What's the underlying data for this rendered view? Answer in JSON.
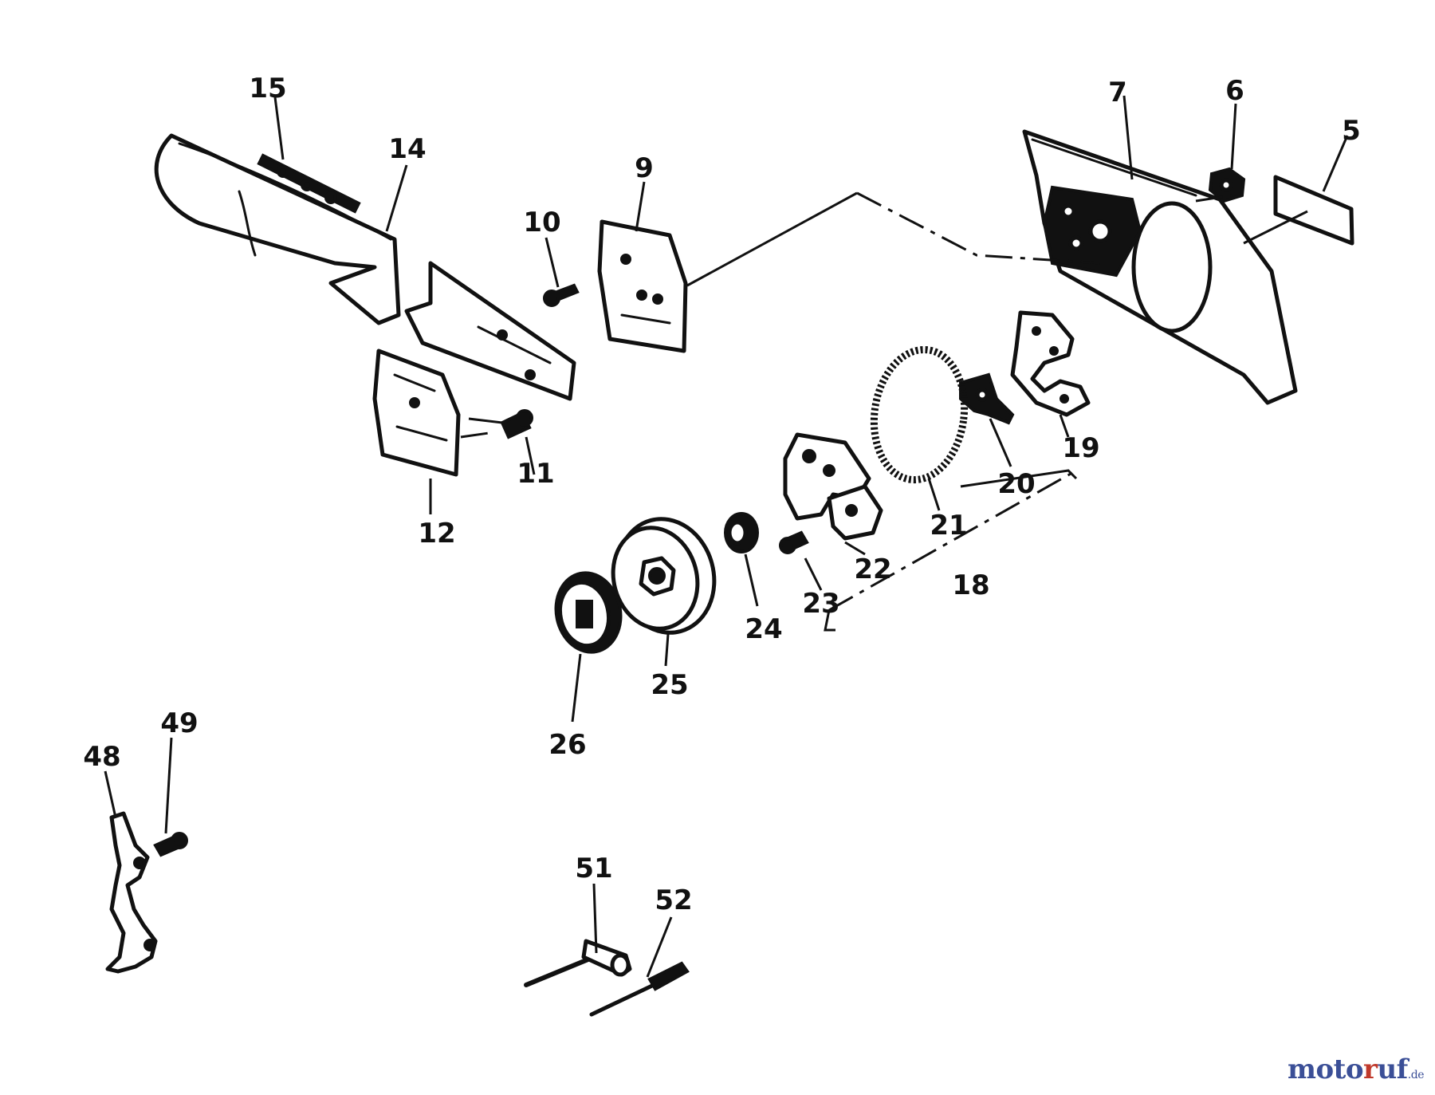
{
  "callouts": [
    {
      "id": "p15",
      "text": "15"
    },
    {
      "id": "p14",
      "text": "14"
    },
    {
      "id": "p10",
      "text": "10"
    },
    {
      "id": "p9",
      "text": "9"
    },
    {
      "id": "p7",
      "text": "7"
    },
    {
      "id": "p6",
      "text": "6"
    },
    {
      "id": "p5",
      "text": "5"
    },
    {
      "id": "p11",
      "text": "11"
    },
    {
      "id": "p12",
      "text": "12"
    },
    {
      "id": "p19",
      "text": "19"
    },
    {
      "id": "p20",
      "text": "20"
    },
    {
      "id": "p21",
      "text": "21"
    },
    {
      "id": "p18",
      "text": "18"
    },
    {
      "id": "p22",
      "text": "22"
    },
    {
      "id": "p23",
      "text": "23"
    },
    {
      "id": "p24",
      "text": "24"
    },
    {
      "id": "p25",
      "text": "25"
    },
    {
      "id": "p26",
      "text": "26"
    },
    {
      "id": "p49",
      "text": "49"
    },
    {
      "id": "p48",
      "text": "48"
    },
    {
      "id": "p51",
      "text": "51"
    },
    {
      "id": "p52",
      "text": "52"
    }
  ],
  "watermark": {
    "part1": "moto",
    "part2": "r",
    "part3": "uf",
    "suffix": ".de"
  }
}
